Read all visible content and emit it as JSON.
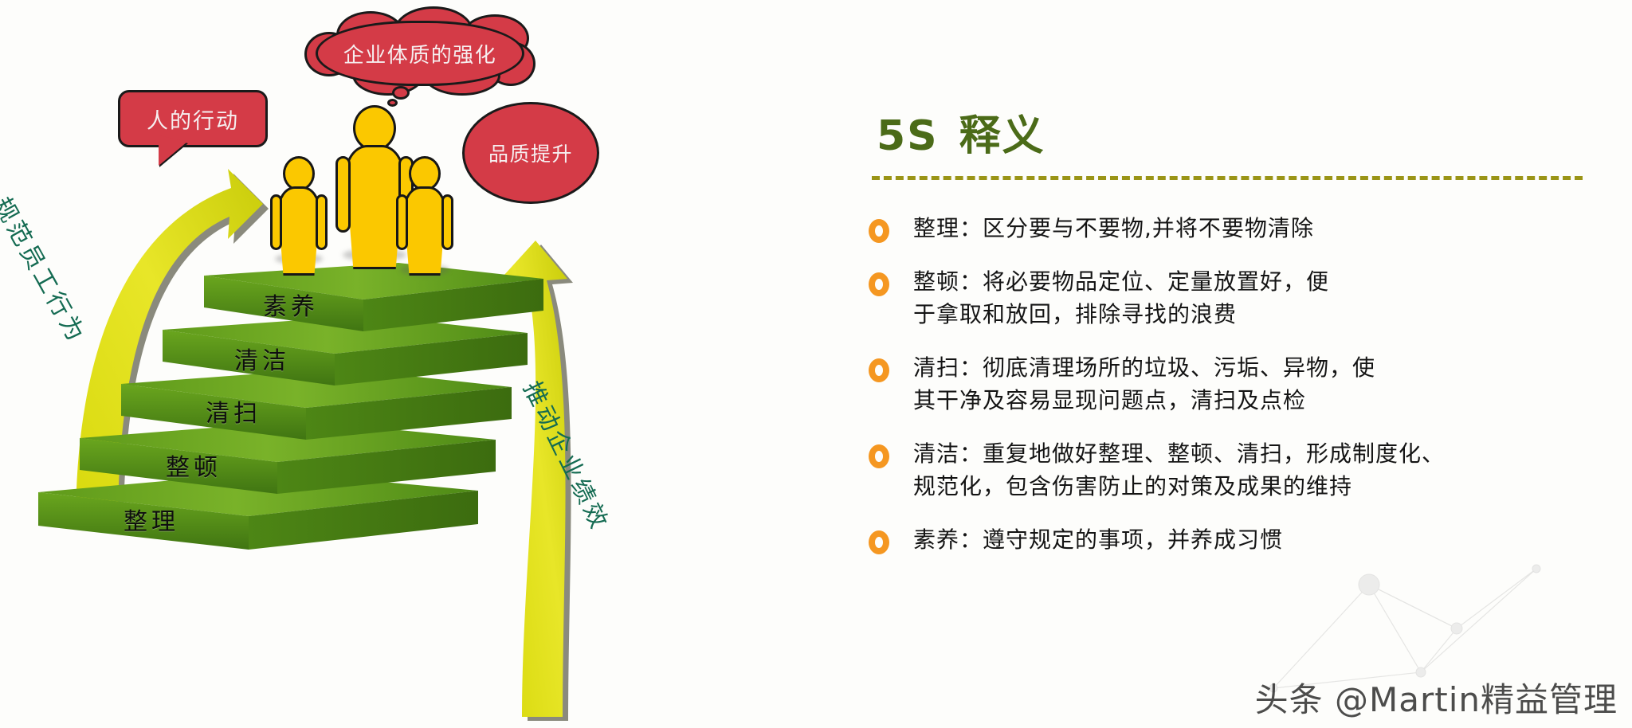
{
  "illustration": {
    "bubbles": [
      {
        "id": "people-action",
        "text": "人的行动",
        "shape": "rounded-rect"
      },
      {
        "id": "corporate-strength",
        "text": "企业体质的强化",
        "shape": "cloud"
      },
      {
        "id": "quality-improve",
        "text": "品质提升",
        "shape": "circle"
      }
    ],
    "arrows": [
      {
        "id": "left-arrow",
        "label": "规范员工行为"
      },
      {
        "id": "right-arrow",
        "label": "推动企业绩效"
      }
    ],
    "steps": [
      {
        "order": 1,
        "label": "整理"
      },
      {
        "order": 2,
        "label": "整顿"
      },
      {
        "order": 3,
        "label": "清扫"
      },
      {
        "order": 4,
        "label": "清洁"
      },
      {
        "order": 5,
        "label": "素养"
      }
    ],
    "figures_count": 3
  },
  "panel": {
    "title_code": "5S",
    "title_cn": "释义",
    "items": [
      {
        "term": "整理",
        "definition": "整理：区分要与不要物,并将不要物清除"
      },
      {
        "term": "整顿",
        "definition": "整顿：将必要物品定位、定量放置好，便\n于拿取和放回，排除寻找的浪费"
      },
      {
        "term": "清扫",
        "definition": "清扫：彻底清理场所的垃圾、污垢、异物，使\n其干净及容易显现问题点，清扫及点检"
      },
      {
        "term": "清洁",
        "definition": "清洁：重复地做好整理、整顿、清扫，形成制度化、\n规范化，包含伤害防止的对策及成果的维持"
      },
      {
        "term": "素养",
        "definition": "素养：遵守规定的事项，并养成习惯"
      }
    ]
  },
  "watermark": {
    "text": "头条 @Martin精益管理"
  },
  "colors": {
    "bubble_red": "#d43b47",
    "figure_yellow": "#fbc800",
    "arrow_yellow": "#e3e216",
    "step_green_top": "#6aa61e",
    "step_green_side": "#4e8a16",
    "title_green": "#4b6b18",
    "divider_olive": "#9a9416",
    "bullet_orange": "#f59721",
    "arrow_label_teal": "#146b52"
  }
}
